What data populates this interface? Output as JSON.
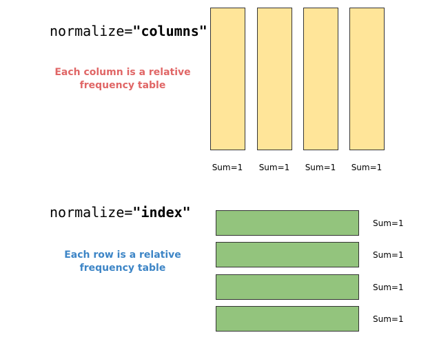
{
  "columns_section": {
    "code_prefix": "normalize=",
    "code_value": "\"columns\"",
    "caption_line1": "Each column is a relative",
    "caption_line2": "frequency table",
    "caption_color": "#e06666",
    "bar_color": "#ffe599",
    "sum_labels": [
      "Sum=1",
      "Sum=1",
      "Sum=1",
      "Sum=1"
    ]
  },
  "index_section": {
    "code_prefix": "normalize=",
    "code_value": "\"index\"",
    "caption_line1": "Each row is a relative",
    "caption_line2": "frequency table",
    "caption_color": "#3d85c6",
    "bar_color": "#93c47d",
    "sum_labels": [
      "Sum=1",
      "Sum=1",
      "Sum=1",
      "Sum=1"
    ]
  }
}
